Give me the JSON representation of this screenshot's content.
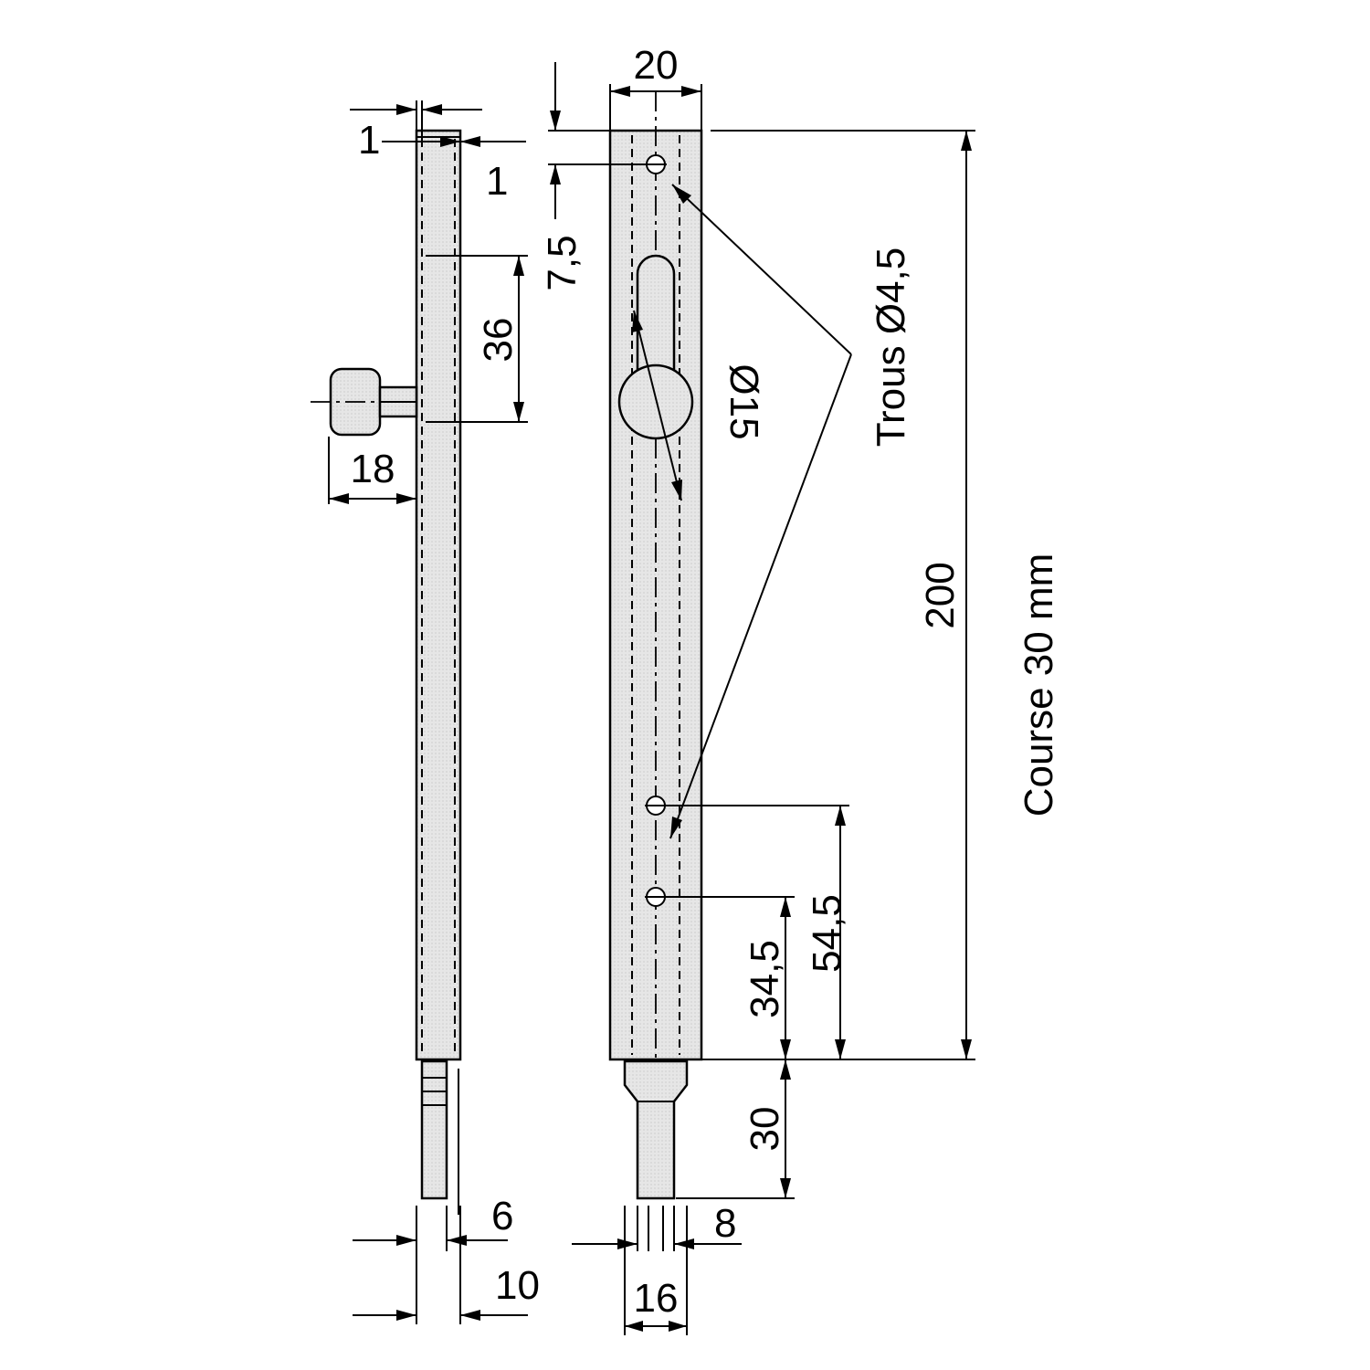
{
  "colors": {
    "line": "#000000",
    "body_fill": "#e3e3e3",
    "background": "#ffffff"
  },
  "side_view": {
    "dim_top_offset": "1",
    "dim_top_wall": "1",
    "dim_36": "36",
    "dim_knob": "18",
    "dim_bolt_6": "6",
    "dim_total_10": "10"
  },
  "front_view": {
    "dim_width_20": "20",
    "dim_first_hole": "7,5",
    "dim_knob_dia": "Ø15",
    "holes_label": "Trous Ø4,5",
    "dim_length_200": "200",
    "stroke_label": "Course 30 mm",
    "dim_54_5": "54,5",
    "dim_34_5": "34,5",
    "dim_stroke_30": "30",
    "dim_bolt_8": "8",
    "dim_bolt_16": "16"
  }
}
